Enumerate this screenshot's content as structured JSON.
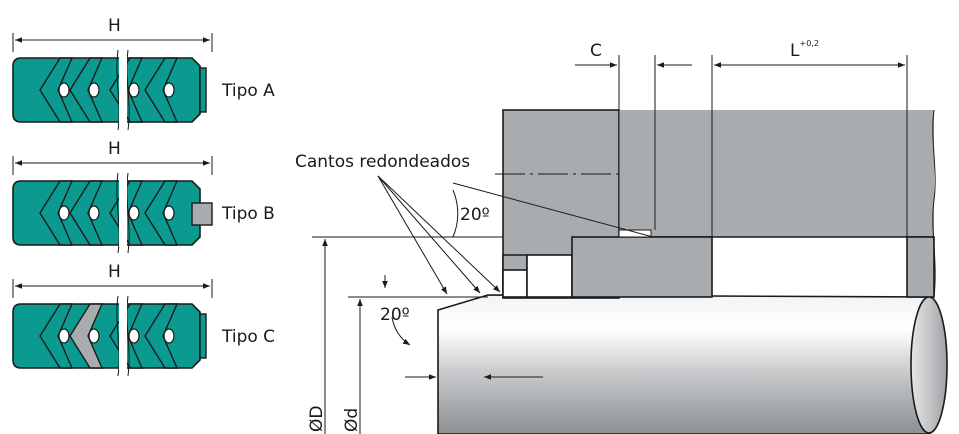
{
  "seal_variants": [
    {
      "dim": "H",
      "label": "Tipo A",
      "end": "tab"
    },
    {
      "dim": "H",
      "label": "Tipo B",
      "end": "gray-block"
    },
    {
      "dim": "H",
      "label": "Tipo C",
      "end": "tab",
      "gray_ring": true
    }
  ],
  "housing": {
    "dim_c": "C",
    "dim_l": "L",
    "dim_l_tol": "+0,2",
    "rounded_edges": "Cantos redondeados",
    "angle_top": "20º",
    "angle_bottom": "20º",
    "dia_outer": "ØD",
    "dia_inner": "Ød"
  },
  "colors": {
    "seal_teal": "#0b9a8f",
    "metal_gray": "#a9acaf",
    "outline": "#1a1a1a"
  }
}
